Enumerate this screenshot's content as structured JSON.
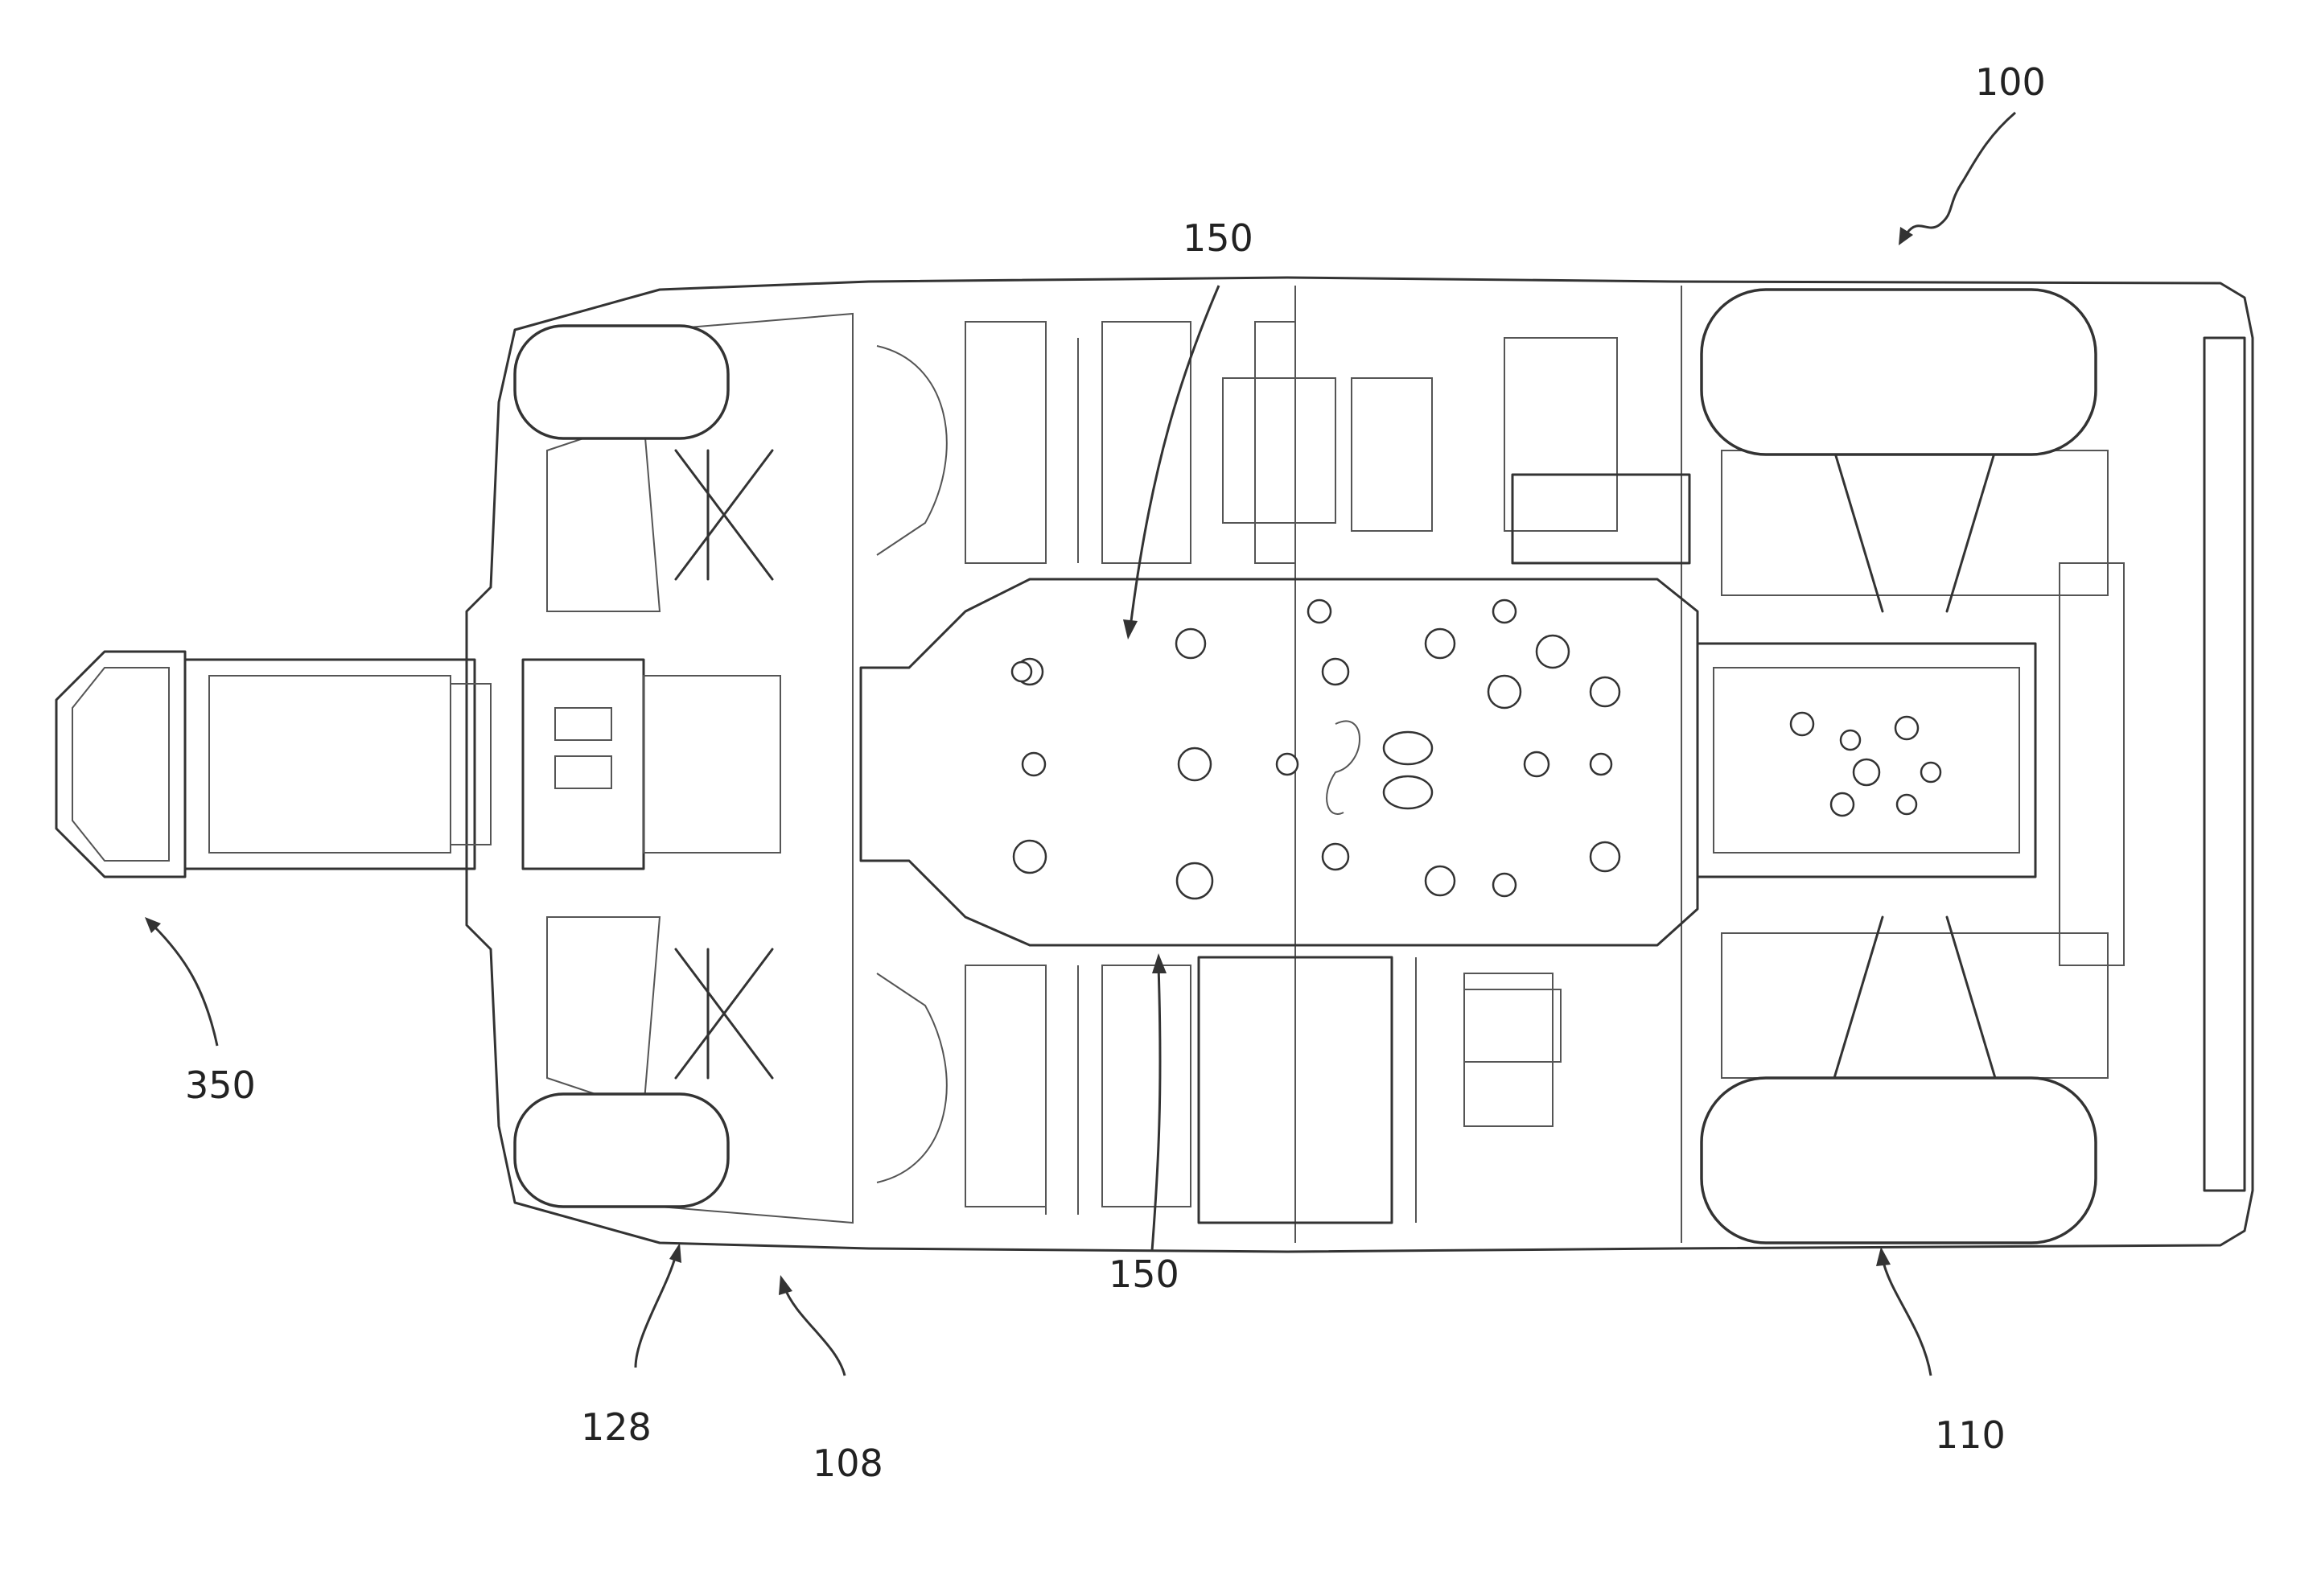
{
  "figure": {
    "reference_numerals": {
      "vehicle": "100",
      "floor_panel_top": "150",
      "floor_panel_bottom": "150",
      "attachment": "350",
      "front_frame": "128",
      "front_section": "108",
      "rear_section": "110"
    }
  }
}
